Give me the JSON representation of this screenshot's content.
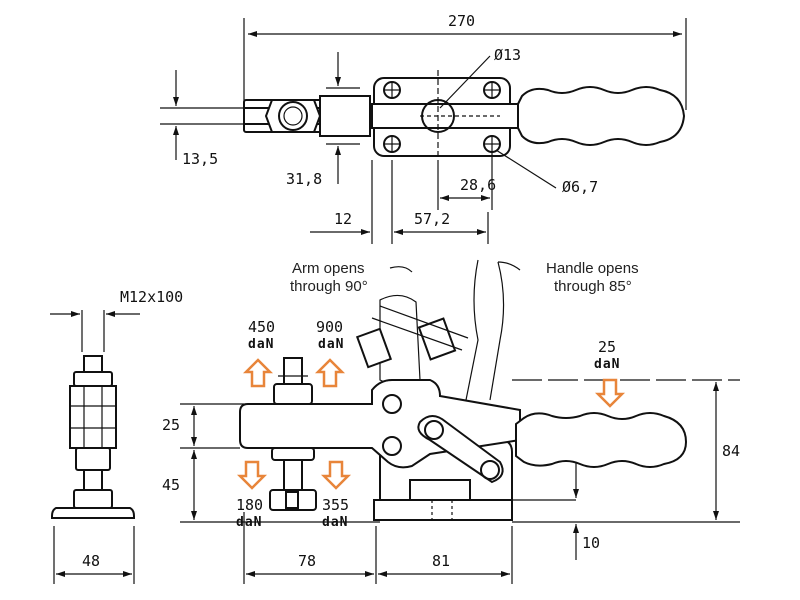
{
  "dimensions": {
    "overall_length": "270",
    "hole_diameter_large": "Ø13",
    "hole_diameter_small": "Ø6,7",
    "spindle_offset": "13,5",
    "arm_width": "31,8",
    "base_hole_spacing": "28,6",
    "spindle_to_base": "12",
    "base_length": "57,2",
    "spindle_thread": "M12x100",
    "spindle_foot": "48",
    "above_arm": "25",
    "below_arm": "45",
    "reach": "78",
    "base_to_handle": "81",
    "total_height": "84",
    "handle_offset": "10"
  },
  "notes": {
    "arm_opens": [
      "Arm opens",
      "through 90°"
    ],
    "handle_opens": [
      "Handle opens",
      "through 85°"
    ]
  },
  "forces": {
    "unit": "daN",
    "up_left": "450",
    "up_right": "900",
    "down_left": "180",
    "down_right": "355",
    "handle": "25"
  },
  "colors": {
    "arrow": "#e8853a",
    "line": "#111111"
  }
}
